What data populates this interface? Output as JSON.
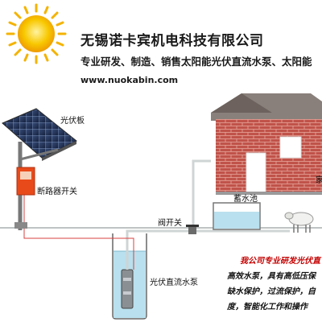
{
  "header": {
    "company_name": "无锡诺卡宾机电科技有限公司",
    "tagline": "专业研发、制造、销售太阳能光伏直流水泵、太阳能",
    "website": "www.nuokabin.com"
  },
  "diagram": {
    "labels": {
      "solar_panel": "光伏板",
      "breaker_switch": "断路器开关",
      "valve_switch": "阀开关",
      "storage_pool": "蓄水池",
      "dc_pump": "光伏直流水泵",
      "house_cut": "家"
    },
    "description": {
      "line1": "我公司专业研发光伏直",
      "line2": "高效水泵，具有高低压保",
      "line3": "缺水保护，过流保护，自",
      "line4": "度，智能化工作和操作"
    }
  },
  "colors": {
    "roof": "#7b6f6a",
    "brick": "#c0534a",
    "breaker_box": "#e94a1a",
    "pipe": "#d8dcdc",
    "water": "#b9e0ee",
    "sun": "#f4b300"
  }
}
